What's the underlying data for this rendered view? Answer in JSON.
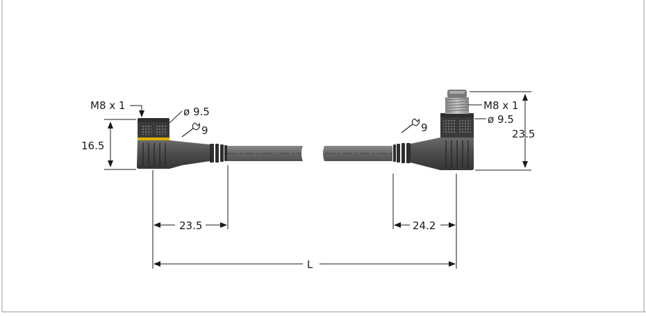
{
  "labels": {
    "left_thread": "M8 x 1",
    "left_diameter": "ø 9.5",
    "left_wrench": "9",
    "left_height": "16.5",
    "left_length": "23.5",
    "right_thread": "M8 x 1",
    "right_diameter": "ø 9.5",
    "right_wrench": "9",
    "right_height": "23.5",
    "right_length": "24.2",
    "overall_length": "L"
  },
  "colors": {
    "cable": "#6e6e6e",
    "connector_body": "#4a4a4a",
    "coupling_nut": "#3c3c3c",
    "marker_ring": "#e0b000",
    "dimension_line": "#1a1a1a",
    "frame": "#999999"
  }
}
